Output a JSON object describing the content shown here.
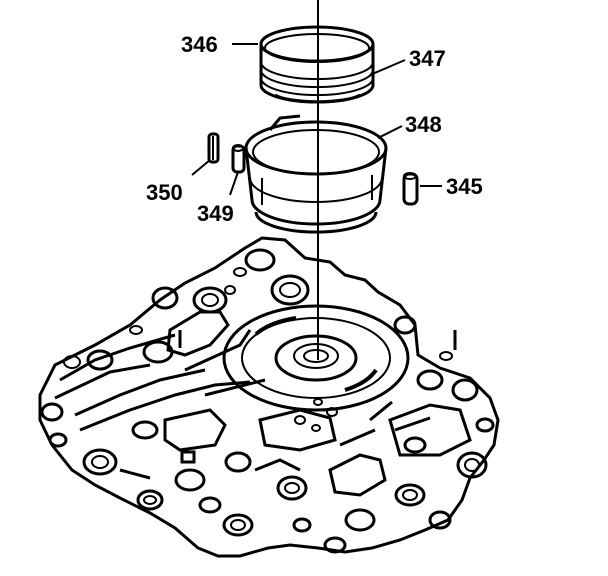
{
  "diagram": {
    "colors": {
      "ink": "#000000",
      "paper": "#ffffff"
    },
    "callouts": [
      {
        "id": "346",
        "label": "346"
      },
      {
        "id": "347",
        "label": "347"
      },
      {
        "id": "348",
        "label": "348"
      },
      {
        "id": "345",
        "label": "345"
      },
      {
        "id": "349",
        "label": "349"
      },
      {
        "id": "350",
        "label": "350"
      }
    ]
  }
}
